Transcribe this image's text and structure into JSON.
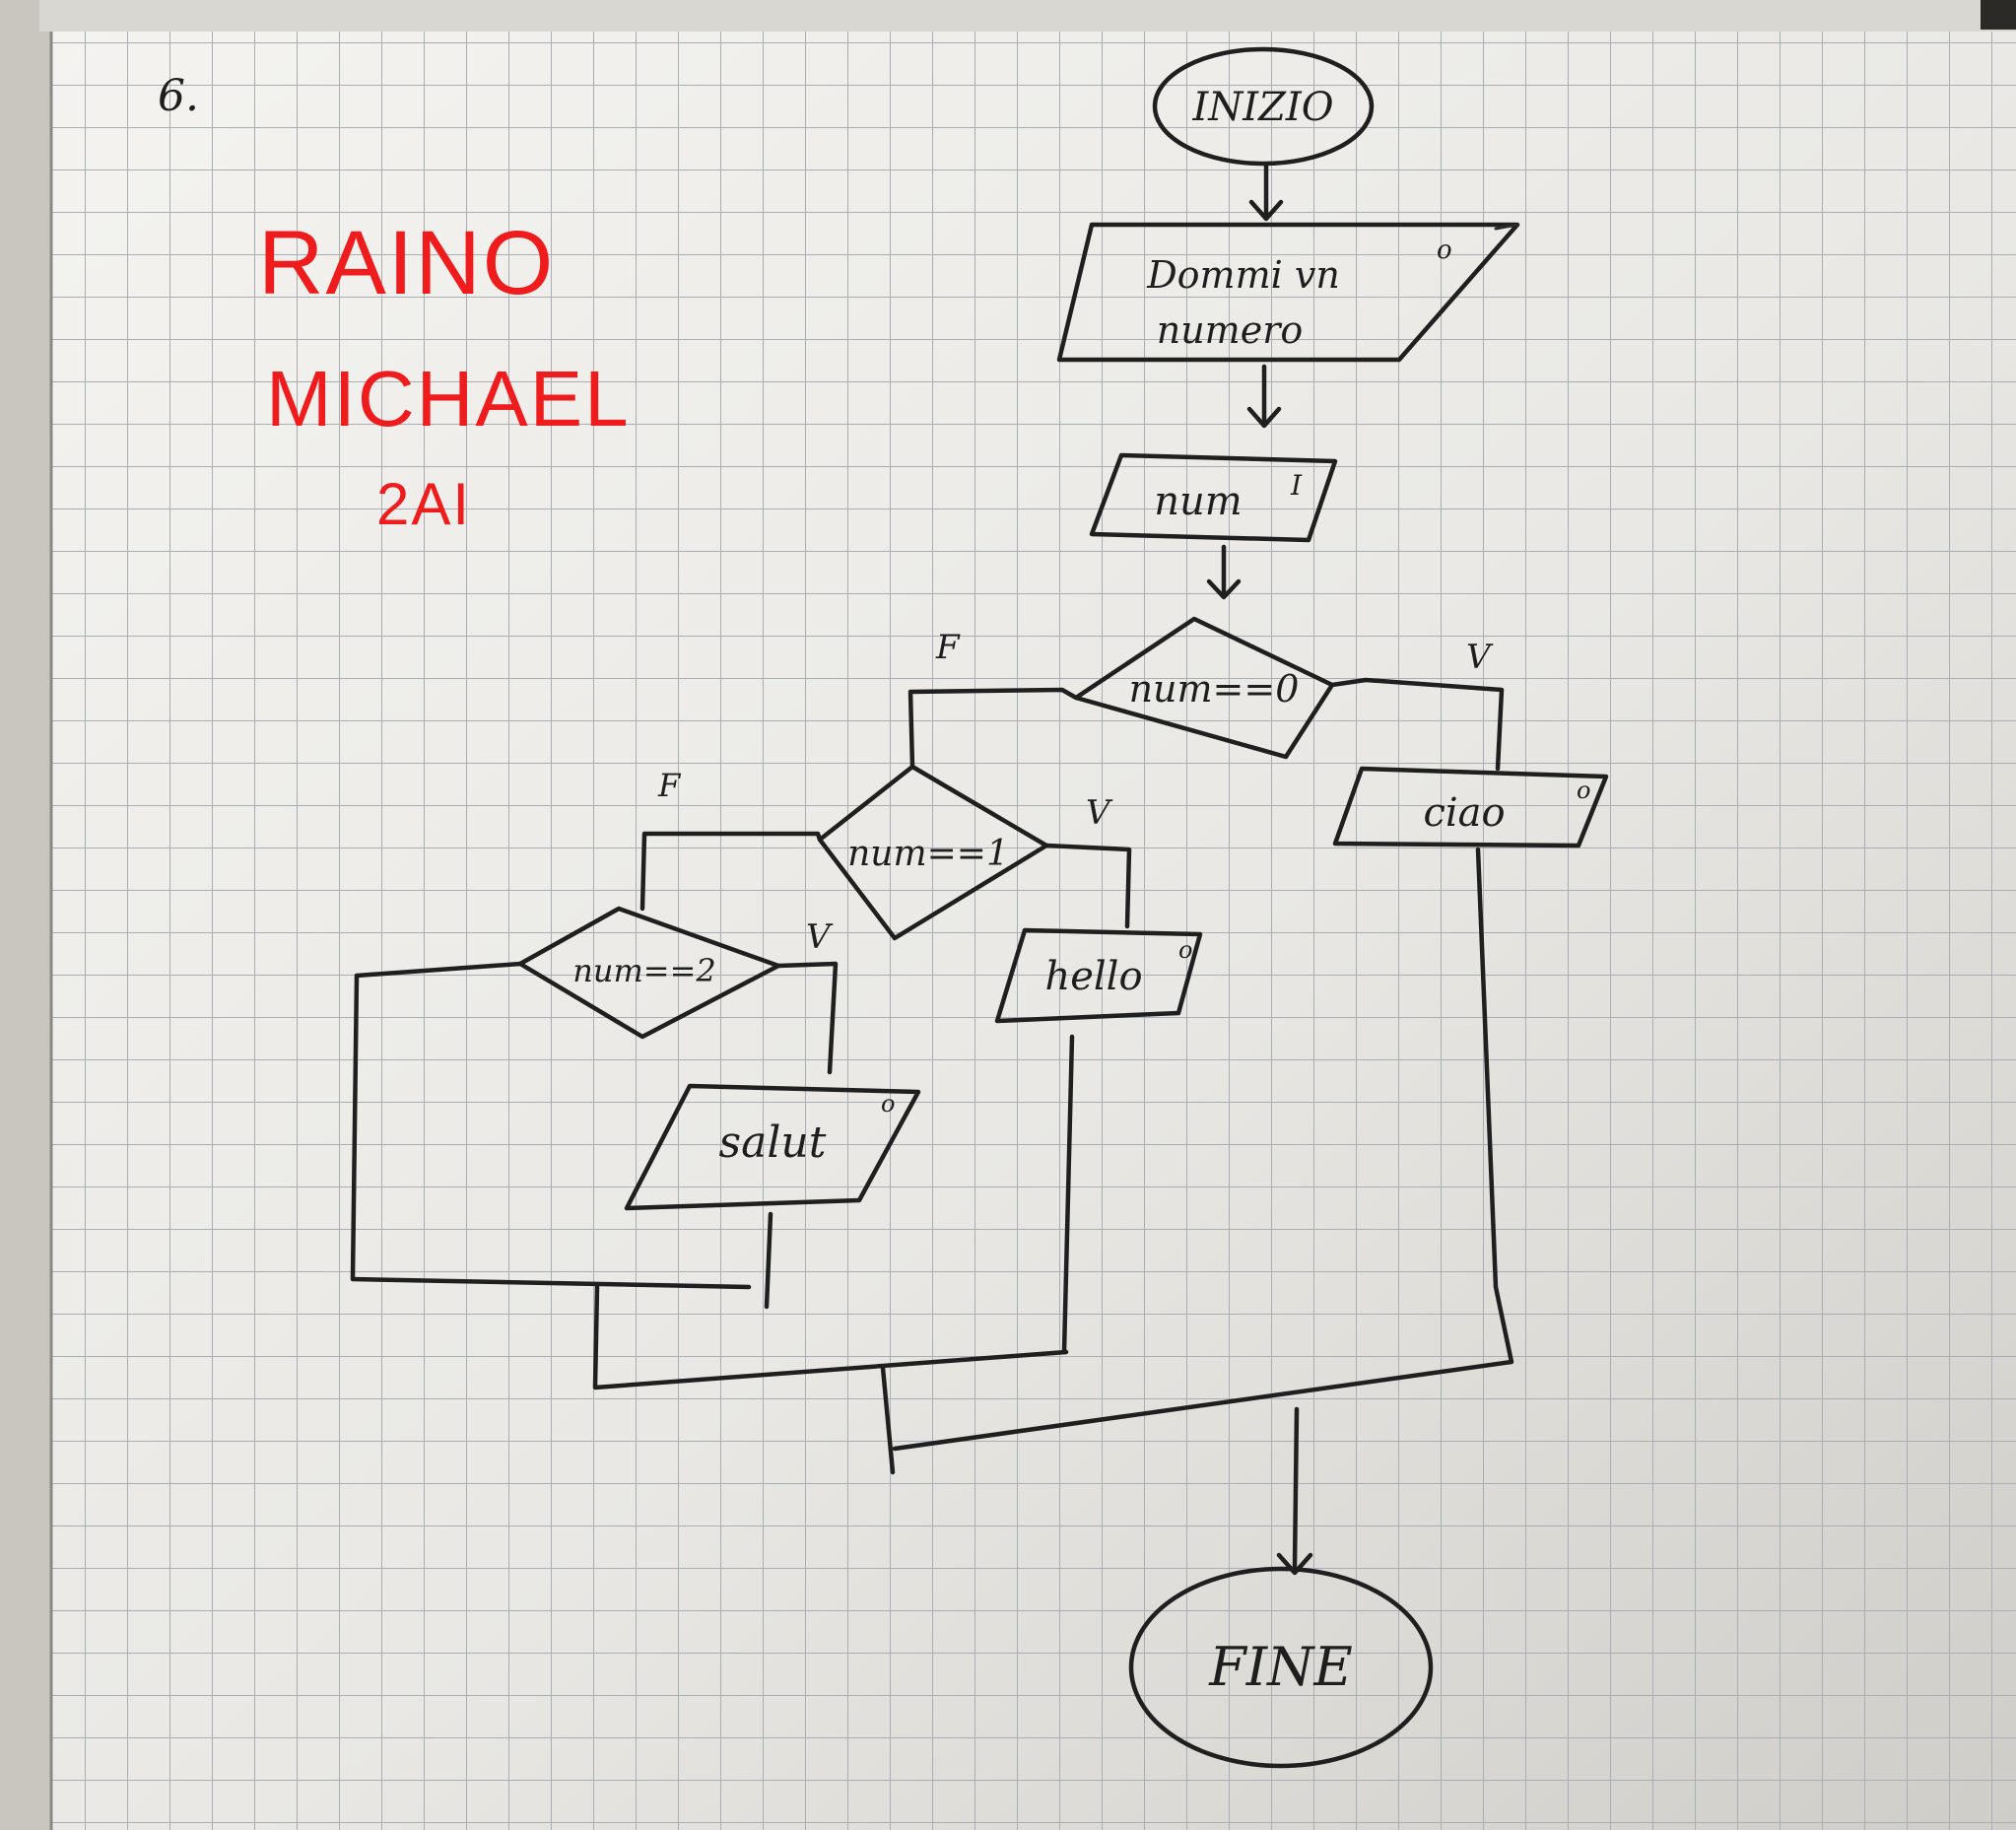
{
  "exercise_number": "6.",
  "author": {
    "surname": "RAINO",
    "name": "MICHAEL",
    "class": "2AI",
    "ink_color": "#ee1c1c"
  },
  "flowchart": {
    "start": "INIZIO",
    "input_prompt": [
      "Dommi vn",
      "numero"
    ],
    "input_variable": "num",
    "decision_1": "num==0",
    "decision_2": "num==1",
    "decision_3": "num==2",
    "output_1": "ciao",
    "output_2": "hello",
    "output_3": "salut",
    "end": "FINE",
    "true_label": "V",
    "false_label": "F",
    "output_marker": "o",
    "input_marker": "I"
  },
  "colors": {
    "paper": "#ecebe8",
    "grid": "#a9aeb4",
    "ink": "#1f1f1f"
  }
}
